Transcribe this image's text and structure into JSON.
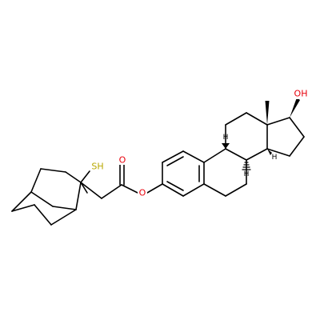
{
  "structure": {
    "atom_labels": {
      "sh": {
        "text": "SH",
        "color": "#b8a800"
      },
      "carbonyl_o": {
        "text": "O",
        "color": "#e8000b"
      },
      "ester_o": {
        "text": "O",
        "color": "#e8000b"
      },
      "oh": {
        "text": "OH",
        "color": "#e8000b"
      },
      "stereo_h_c8": {
        "text": "H",
        "color": "#000000"
      },
      "stereo_h_c9": {
        "text": "H",
        "color": "#000000"
      },
      "stereo_h_c14": {
        "text": "H",
        "color": "#000000"
      }
    },
    "colors": {
      "bond": "#000000",
      "background": "#ffffff"
    }
  }
}
